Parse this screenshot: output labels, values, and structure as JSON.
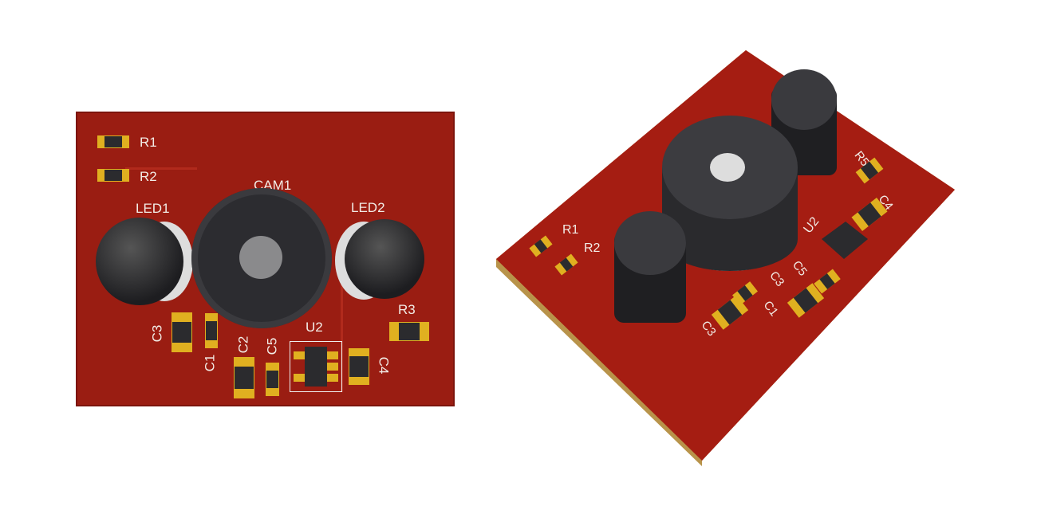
{
  "top_view": {
    "labels": {
      "R1": "R1",
      "R2": "R2",
      "CAM1": "CAM1",
      "LED1": "LED1",
      "LED2": "LED2",
      "R3": "R3",
      "C3": "C3",
      "C1": "C1",
      "C2": "C2",
      "C5": "C5",
      "U2": "U2",
      "C4": "C4"
    }
  },
  "iso_view": {
    "labels": {
      "R1": "R1",
      "R2": "R2",
      "R5": "R5",
      "C4": "C4",
      "U2": "U2",
      "C5": "C5",
      "C3a": "C3",
      "C1": "C1",
      "C3b": "C3"
    }
  },
  "colors": {
    "board": "#9a1d12",
    "pad": "#e0b020",
    "component": "#2b2b2e",
    "silkscreen": "#f2ece6"
  }
}
